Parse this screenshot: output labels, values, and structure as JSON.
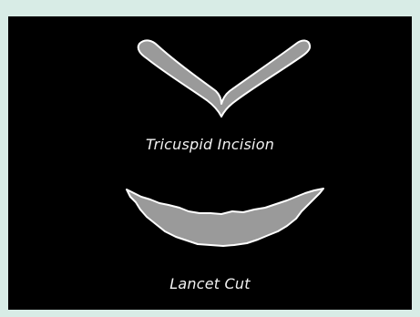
{
  "figures": [
    {
      "caption": "Tricuspid Incision",
      "shape_icon": "tricuspid-incision-shape",
      "fill_color": "#9a9a9a",
      "stroke_color": "#ffffff"
    },
    {
      "caption": "Lancet Cut",
      "shape_icon": "lancet-cut-shape",
      "fill_color": "#9a9a9a",
      "stroke_color": "#ffffff"
    }
  ],
  "colors": {
    "background": "#d8ece6",
    "panel": "#000000",
    "text": "#f2f2f2"
  }
}
